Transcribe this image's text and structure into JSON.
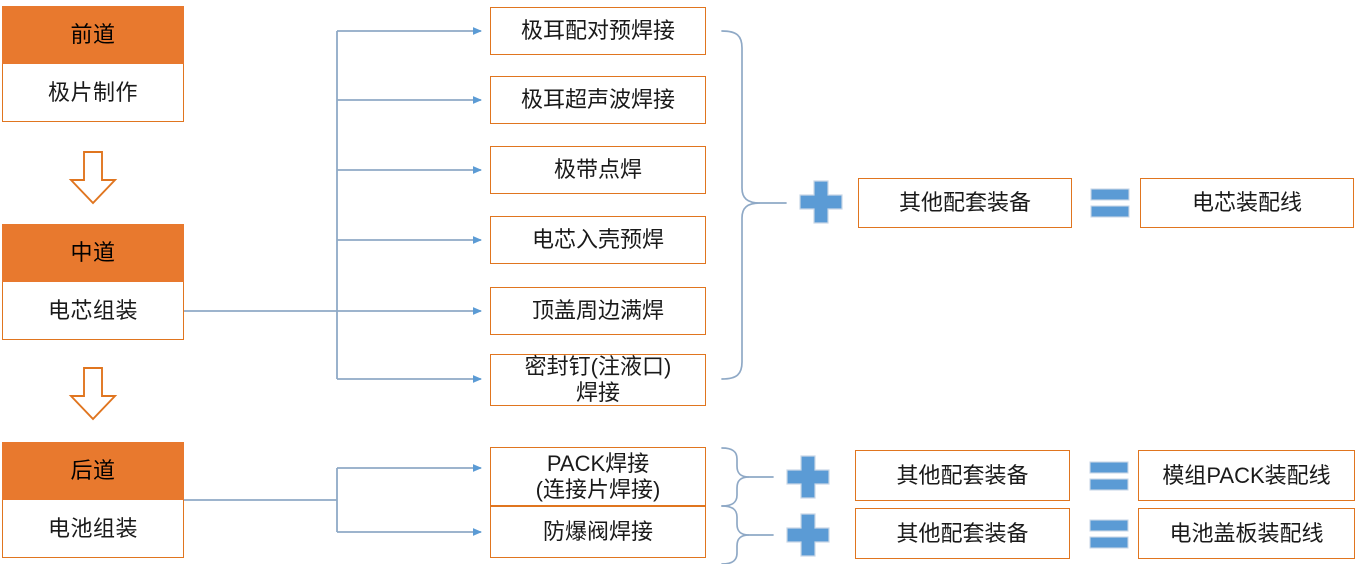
{
  "colors": {
    "orange_fill": "#E8792E",
    "orange_border": "#E0751F",
    "blue_icon": "#5B9BD5",
    "connector_line": "#7F9DC0",
    "text": "#1a1a1a"
  },
  "stages": [
    {
      "header": "前道",
      "body": "极片制作"
    },
    {
      "header": "中道",
      "body": "电芯组装"
    },
    {
      "header": "后道",
      "body": "电池组装"
    }
  ],
  "arrows": {
    "stage_divider_icon": "down-arrow-icon"
  },
  "mid_processes": [
    "极耳配对预焊接",
    "极耳超声波焊接",
    "极带点焊",
    "电芯入壳预焊",
    "顶盖周边满焊",
    "密封钉(注液口)\n焊接"
  ],
  "back_processes": [
    "PACK焊接\n(连接片焊接)",
    "防爆阀焊接"
  ],
  "equations": [
    {
      "plus_icon": "plus-icon",
      "addend": "其他配套装备",
      "equals_icon": "equals-icon",
      "result": "电芯装配线"
    },
    {
      "plus_icon": "plus-icon",
      "addend": "其他配套装备",
      "equals_icon": "equals-icon",
      "result": "模组PACK装配线"
    },
    {
      "plus_icon": "plus-icon",
      "addend": "其他配套装备",
      "equals_icon": "equals-icon",
      "result": "电池盖板装配线"
    }
  ]
}
